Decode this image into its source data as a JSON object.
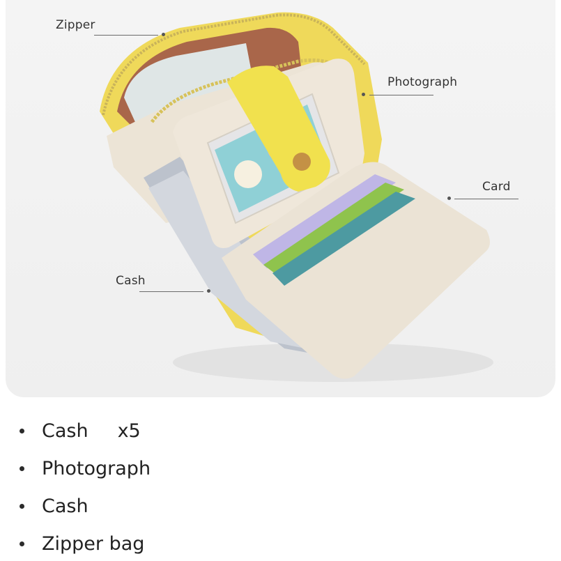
{
  "callouts": {
    "zipper": "Zipper",
    "photograph": "Photograph",
    "card": "Card",
    "cash": "Cash"
  },
  "features": [
    {
      "label": "Cash",
      "qty": "x5"
    },
    {
      "label": "Photograph",
      "qty": ""
    },
    {
      "label": "Cash",
      "qty": ""
    },
    {
      "label": "Zipper bag",
      "qty": ""
    }
  ],
  "colors": {
    "wallet_yellow": "#efd95a",
    "wallet_cream": "#ece4d6",
    "interior_brown": "#a9664a",
    "card_purple": "#bfb6e6",
    "card_green": "#8fc34d",
    "card_teal": "#4d9aa1"
  }
}
